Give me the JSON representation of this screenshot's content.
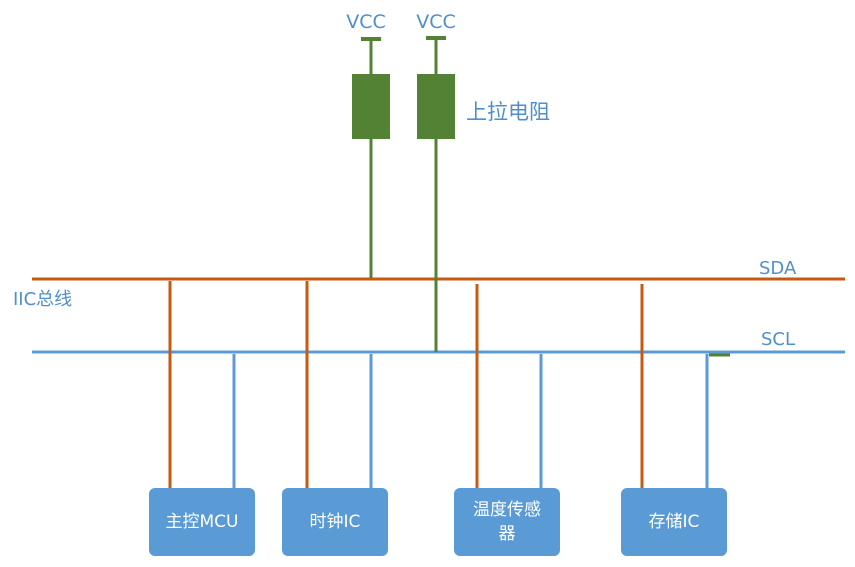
{
  "labels": {
    "vcc_left": "VCC",
    "vcc_right": "VCC",
    "pullup": "上拉电阻",
    "bus": "IIC总线",
    "sda": "SDA",
    "scl": "SCL"
  },
  "devices": [
    {
      "label": "主控MCU"
    },
    {
      "label": "时钟IC"
    },
    {
      "label": "温度传感器"
    },
    {
      "label": "存储IC"
    }
  ],
  "colors": {
    "sda_line": "#c55a11",
    "scl_line": "#5b9bd5",
    "pullup": "#548235",
    "device_fill": "#5b9bd5",
    "label_text": "#4f8fcf"
  }
}
